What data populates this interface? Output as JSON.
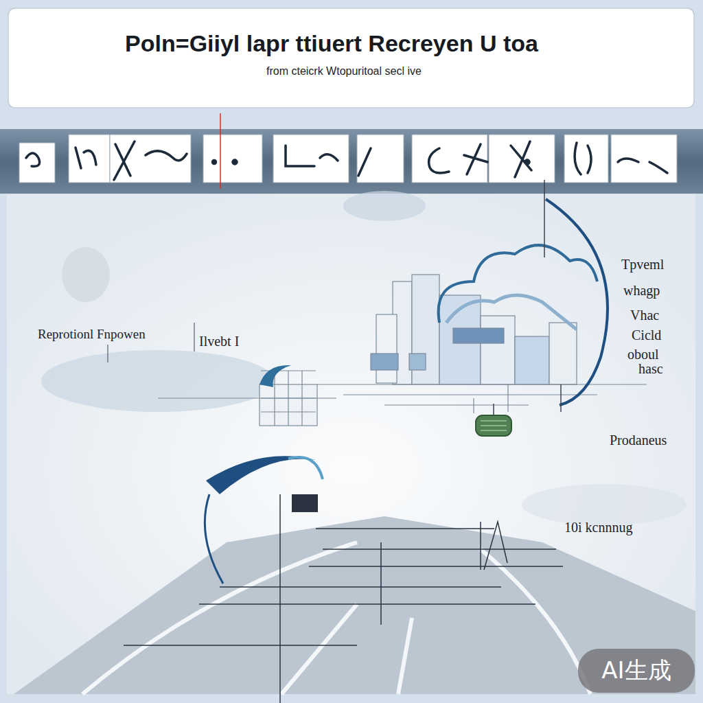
{
  "diagram": {
    "title": "Poln=Giiyl lapr ttiuert Recreyen U toa",
    "nodes": [
      {
        "text": [
          "AI生成"
        ]
      }
    ],
    "labels": [
      "from cteicrk Wtopuritoal secl ive",
      "Tpveml",
      "whagp",
      "Vhac",
      "Cicld",
      "oboul",
      "hasc",
      "Reprotionl Fnpowen",
      "Ilvebt I",
      "Prodaneus",
      "10i kcnnnug"
    ]
  }
}
